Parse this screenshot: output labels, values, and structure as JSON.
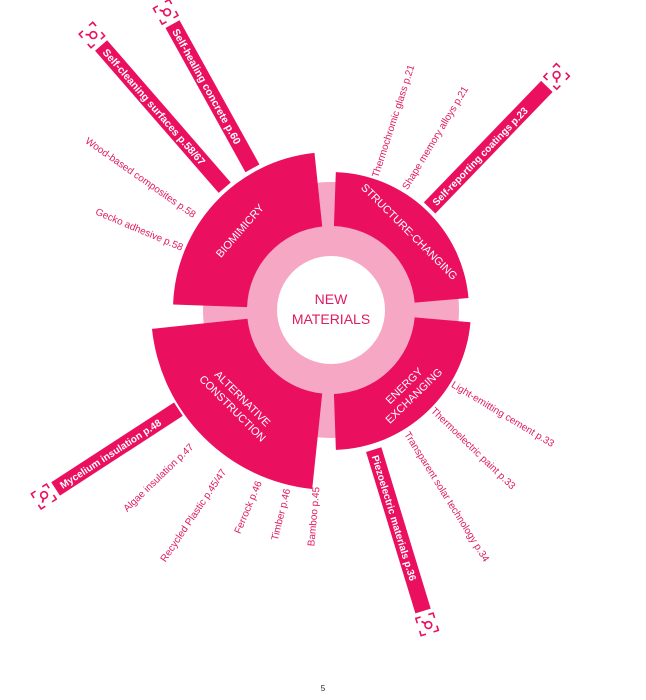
{
  "colors": {
    "accent": "#ea0f5f",
    "ring_light": "#f6a7c4",
    "hole": "#ffffff",
    "label_text": "#e01a62",
    "on_accent": "#ffffff"
  },
  "center": {
    "line1": "NEW",
    "line2": "MATERIALS"
  },
  "segments": [
    {
      "label_lines": [
        "BIOMIMICRY"
      ]
    },
    {
      "label_lines": [
        "STRUCTURE-CHANGING"
      ]
    },
    {
      "label_lines": [
        "ENERGY",
        "EXCHANGING"
      ]
    },
    {
      "label_lines": [
        "ALTERNATIVE",
        "CONSTRUCTION"
      ]
    }
  ],
  "rays": [
    {
      "text": "Self-healing concrete p.60",
      "highlighted": true,
      "icon": "magnifier-icon"
    },
    {
      "text": "Self-cleaning surfaces p.58/67",
      "highlighted": true,
      "icon": "magnifier-icon"
    },
    {
      "text": "Wood-based composites p.58",
      "highlighted": false
    },
    {
      "text": "Gecko adhesive p.58",
      "highlighted": false
    },
    {
      "text": "Thermochromic glass p.21",
      "highlighted": false
    },
    {
      "text": "Shape memory alloys p.21",
      "highlighted": false
    },
    {
      "text": "Self-reporting coatings p.23",
      "highlighted": true,
      "icon": "magnifier-icon"
    },
    {
      "text": "Light-emitting cement p.33",
      "highlighted": false
    },
    {
      "text": "Thermoelectric paint p.33",
      "highlighted": false
    },
    {
      "text": "Transparent solar technology p.34",
      "highlighted": false
    },
    {
      "text": "Piezoelectric materials p.36",
      "highlighted": true,
      "icon": "magnifier-icon"
    },
    {
      "text": "Mycelium insulation p.48",
      "highlighted": true,
      "icon": "magnifier-icon"
    },
    {
      "text": "Algae insulation p.47",
      "highlighted": false
    },
    {
      "text": "Recycled Plastic p.45/47",
      "highlighted": false
    },
    {
      "text": "Ferrock p.46",
      "highlighted": false
    },
    {
      "text": "Timber p.46",
      "highlighted": false
    },
    {
      "text": "Bamboo p.45",
      "highlighted": false
    }
  ],
  "page_number": "5"
}
